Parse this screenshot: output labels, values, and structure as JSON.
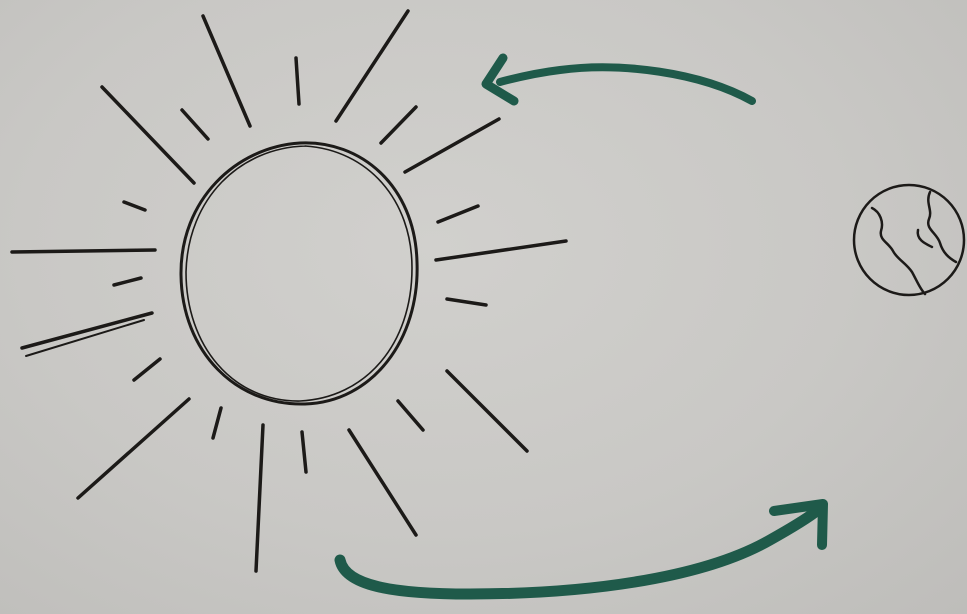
{
  "diagram": {
    "elements": [
      {
        "name": "sun",
        "icon": "sun-icon"
      },
      {
        "name": "earth",
        "icon": "globe-icon"
      },
      {
        "name": "arrow-top",
        "icon": "curved-arrow-left-icon"
      },
      {
        "name": "arrow-bottom",
        "icon": "curved-arrow-up-right-icon"
      }
    ],
    "colors": {
      "ink": "#1c1a18",
      "arrow": "#1f5a4a",
      "paper": "#c9c8c5"
    }
  }
}
